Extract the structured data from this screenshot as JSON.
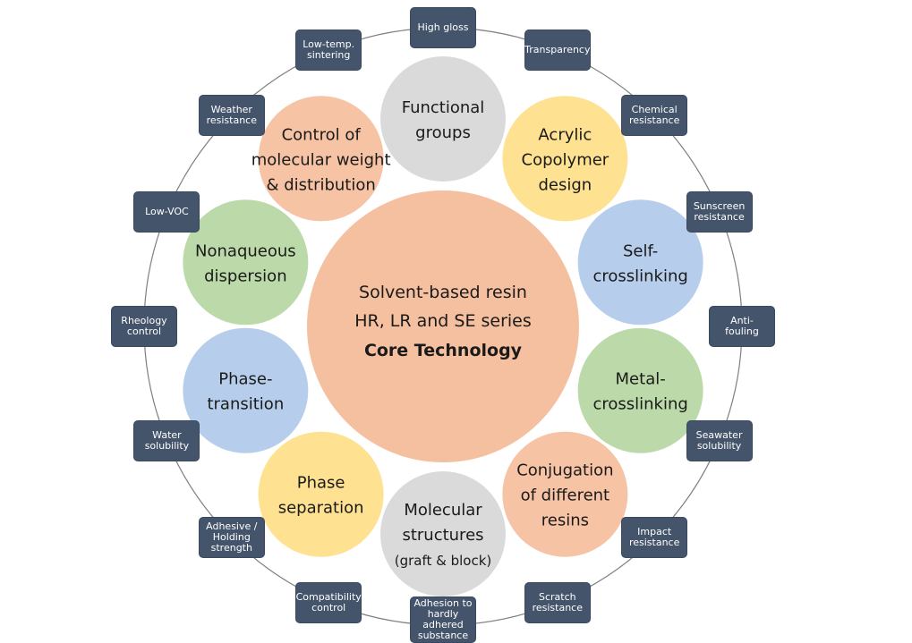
{
  "core": {
    "line1": "Solvent-based  resin",
    "line2": "HR, LR and SE series",
    "line3": "Core Technology",
    "color": "#f4b995"
  },
  "technologies": [
    {
      "lines": [
        "Functional",
        "groups"
      ],
      "color": "#d3d3d3"
    },
    {
      "lines": [
        "Acrylic",
        "Copolymer",
        "design"
      ],
      "color": "#fedd7f"
    },
    {
      "lines": [
        "Self-",
        "crosslinking"
      ],
      "color": "#a9c6e8"
    },
    {
      "lines": [
        "Metal-",
        "crosslinking"
      ],
      "color": "#b0d39a"
    },
    {
      "lines": [
        "Conjugation",
        "of different",
        "resins"
      ],
      "color": "#f4b995"
    },
    {
      "lines": [
        "Molecular",
        "structures",
        "(graft & block)"
      ],
      "color": "#d3d3d3"
    },
    {
      "lines": [
        "Phase",
        "separation"
      ],
      "color": "#fedd7f"
    },
    {
      "lines": [
        "Phase-",
        "transition"
      ],
      "color": "#a9c6e8"
    },
    {
      "lines": [
        "Nonaqueous",
        "dispersion"
      ],
      "color": "#b0d39a"
    },
    {
      "lines": [
        "Control of",
        "molecular weight",
        "& distribution"
      ],
      "color": "#f4b995"
    }
  ],
  "properties": [
    "High gloss",
    "Transparency",
    "Chemical\nresistance",
    "Sunscreen\nresistance",
    "Anti-\nfouling",
    "Seawater\nsolubility",
    "Impact\nresistance",
    "Scratch\nresistance",
    "Adhesion to\nhardly\nadhered\nsubstance",
    "Compatibility\ncontrol",
    "Adhesive /\nHolding\nstrength",
    "Water\nsolubility",
    "Rheology\ncontrol",
    "Low-VOC",
    "Weather\nresistance",
    "Low-temp.\nsintering"
  ],
  "colors": {
    "tag_bg": "#44546a",
    "ring": "#7f7f7f"
  }
}
